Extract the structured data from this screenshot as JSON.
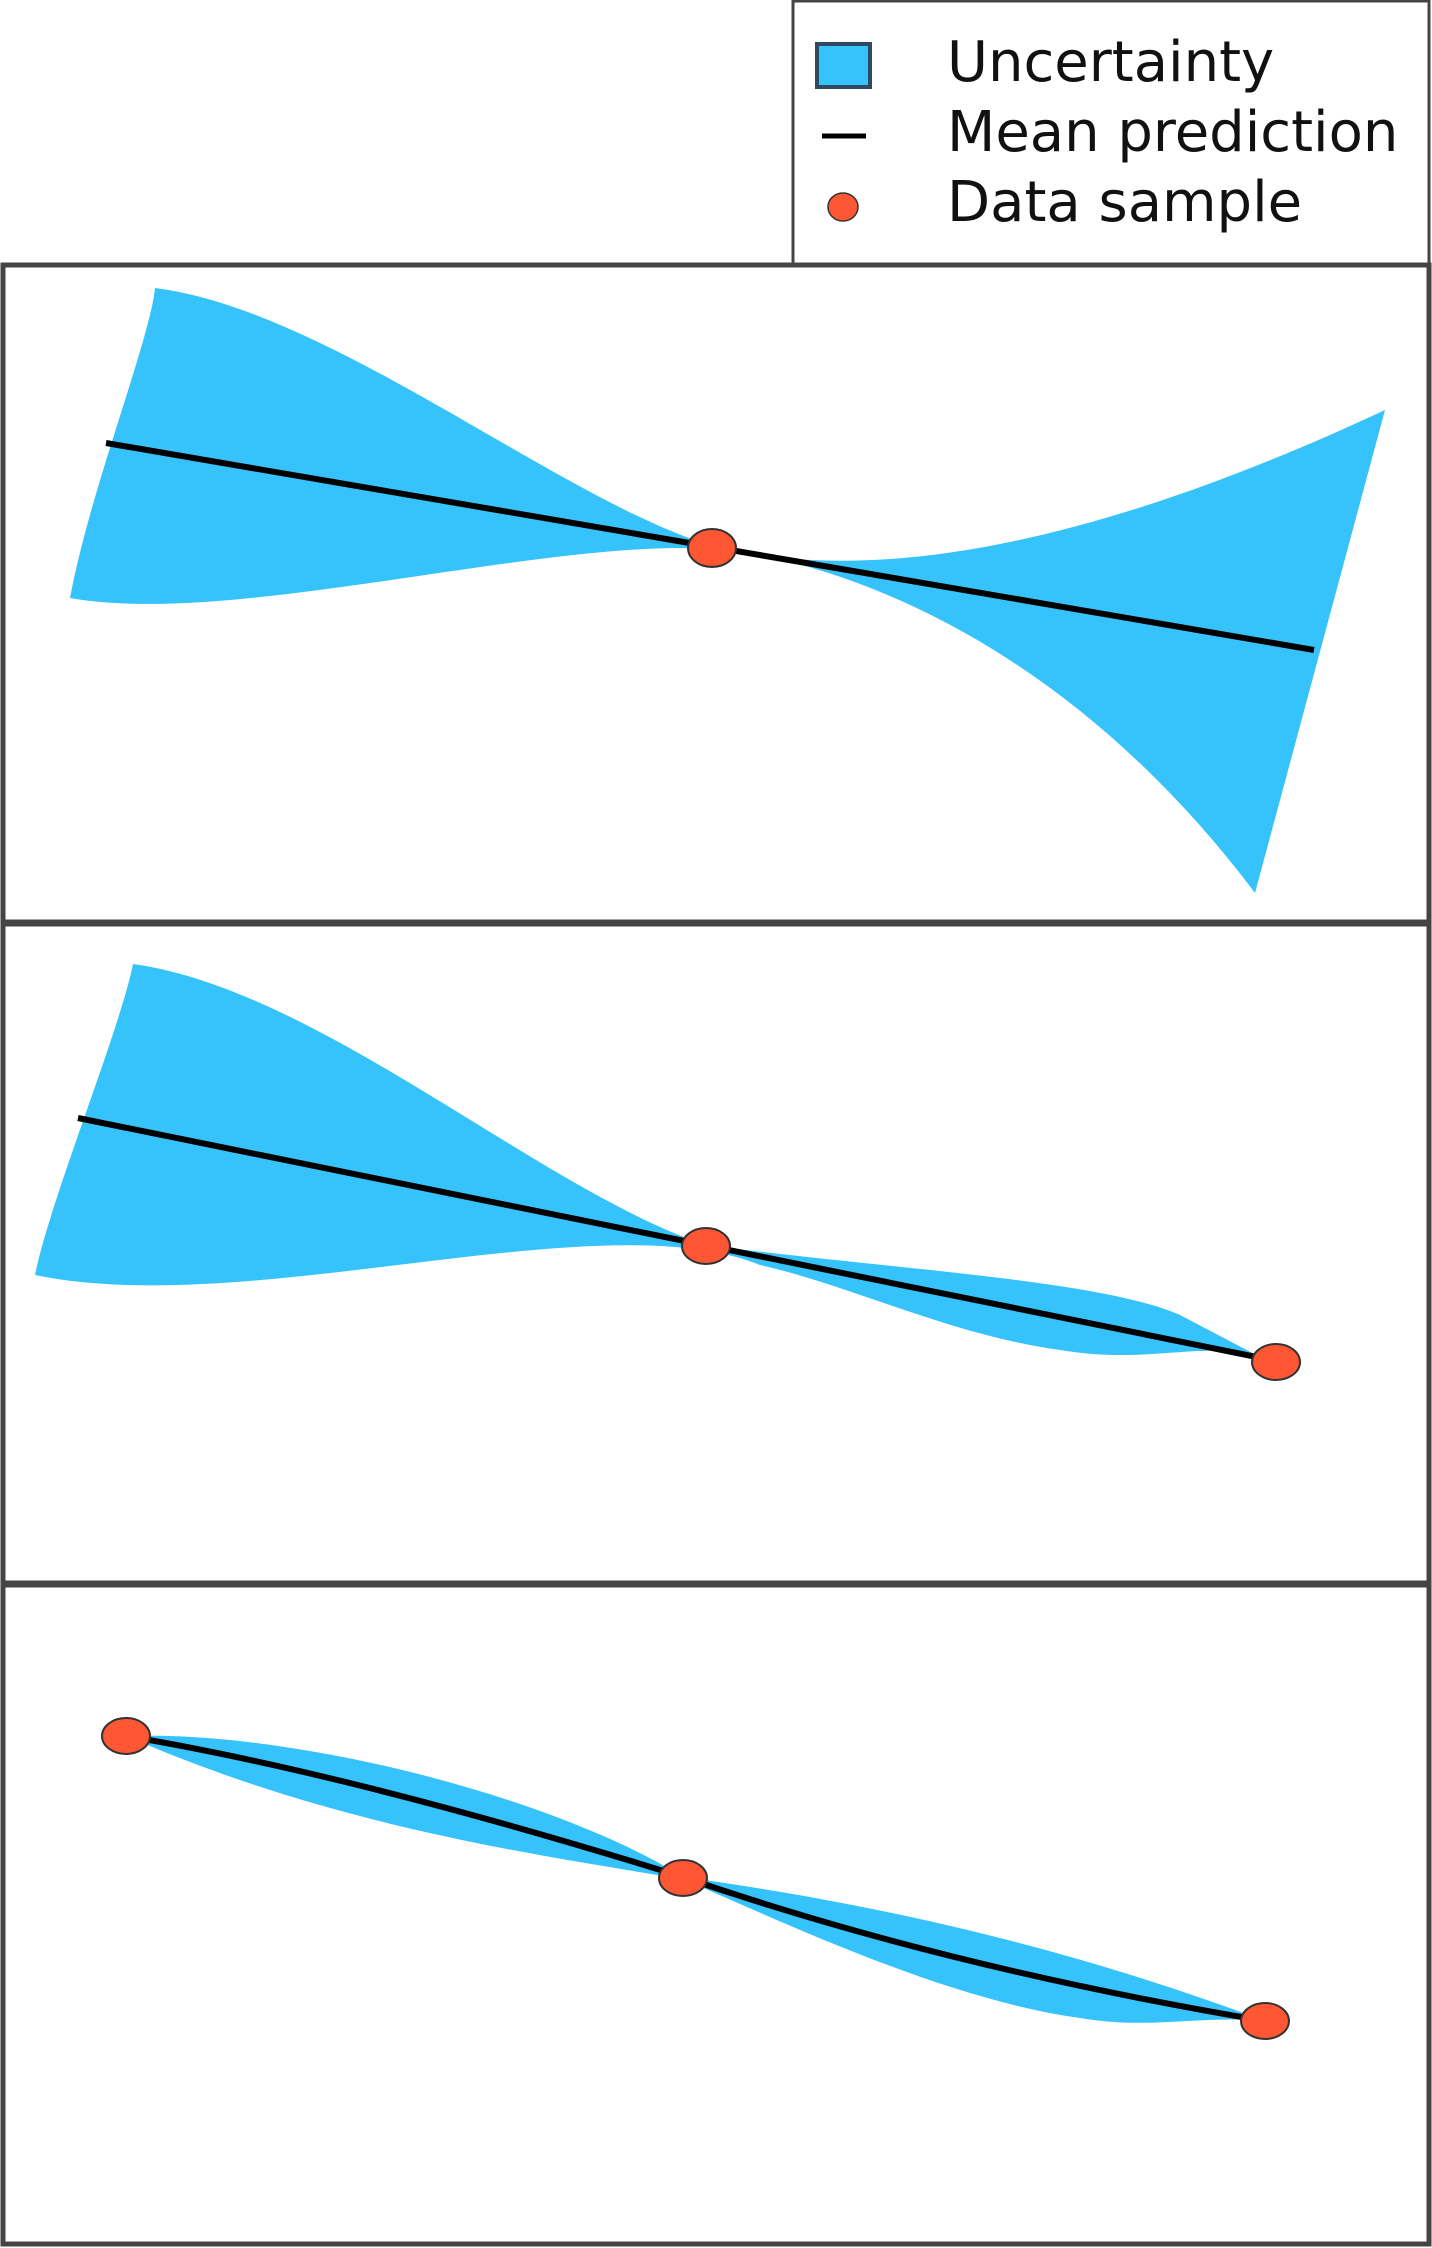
{
  "legend": {
    "items": [
      {
        "label": "Uncertainty",
        "icon": "uncertainty-swatch-icon"
      },
      {
        "label": "Mean prediction",
        "icon": "mean-line-icon"
      },
      {
        "label": "Data sample",
        "icon": "data-point-icon"
      }
    ]
  },
  "colors": {
    "uncertainty": "#36C2FB",
    "mean_line": "#000000",
    "data_point": "#FF5733",
    "frame": "#444444"
  },
  "panels": [
    {
      "name": "panel-1",
      "samples": 1
    },
    {
      "name": "panel-2",
      "samples": 2
    },
    {
      "name": "panel-3",
      "samples": 3
    }
  ]
}
